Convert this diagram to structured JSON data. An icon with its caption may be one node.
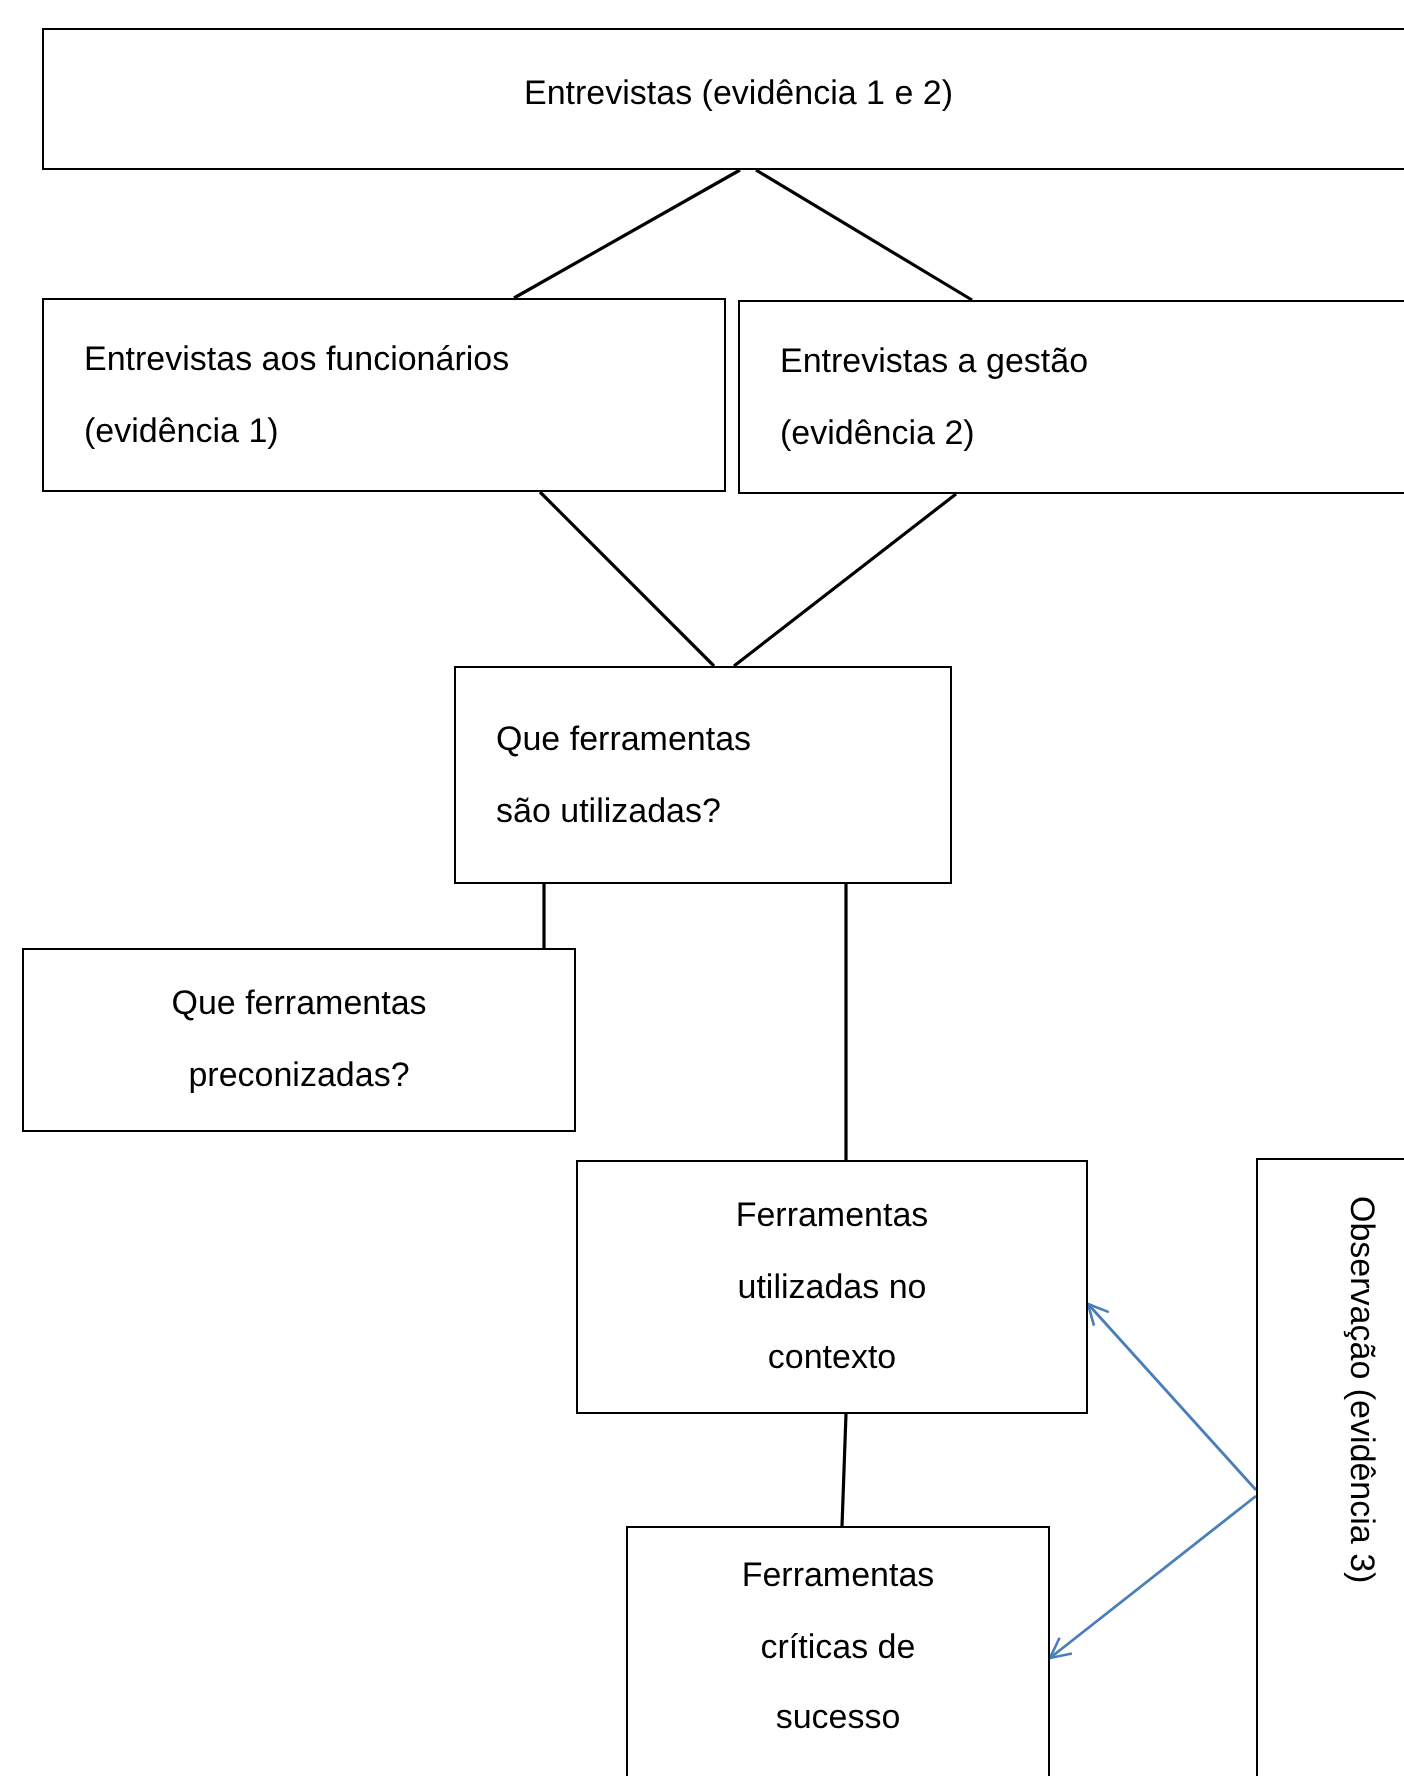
{
  "diagram": {
    "nodes": [
      {
        "text": [
          "Entrevistas (evidência 1 e 2)"
        ]
      },
      {
        "text": [
          "Entrevistas aos funcionários (evidência 1)"
        ]
      },
      {
        "text": [
          "Entrevistas a gestão (evidência 2)"
        ]
      },
      {
        "text": [
          "Que ferramentas são utilizadas?"
        ]
      },
      {
        "text": [
          "Que ferramentas preconizadas?"
        ]
      },
      {
        "text": [
          "Ferramentas utilizadas no contexto"
        ]
      },
      {
        "text": [
          "Ferramentas críticas de sucesso"
        ]
      },
      {
        "text": [
          "Observação (evidência 3)"
        ]
      }
    ],
    "edges": [
      {
        "from": 0,
        "to": 1,
        "arrow": "none"
      },
      {
        "from": 0,
        "to": 2,
        "arrow": "none"
      },
      {
        "from": 1,
        "to": 3,
        "arrow": "none"
      },
      {
        "from": 2,
        "to": 3,
        "arrow": "none"
      },
      {
        "from": 3,
        "to": 4,
        "arrow": "none"
      },
      {
        "from": 3,
        "to": 5,
        "arrow": "none"
      },
      {
        "from": 5,
        "to": 6,
        "arrow": "none"
      },
      {
        "from": 7,
        "to": 5,
        "arrow": "to",
        "color": "#4a7ebb"
      },
      {
        "from": 7,
        "to": 6,
        "arrow": "to",
        "color": "#4a7ebb"
      }
    ]
  }
}
